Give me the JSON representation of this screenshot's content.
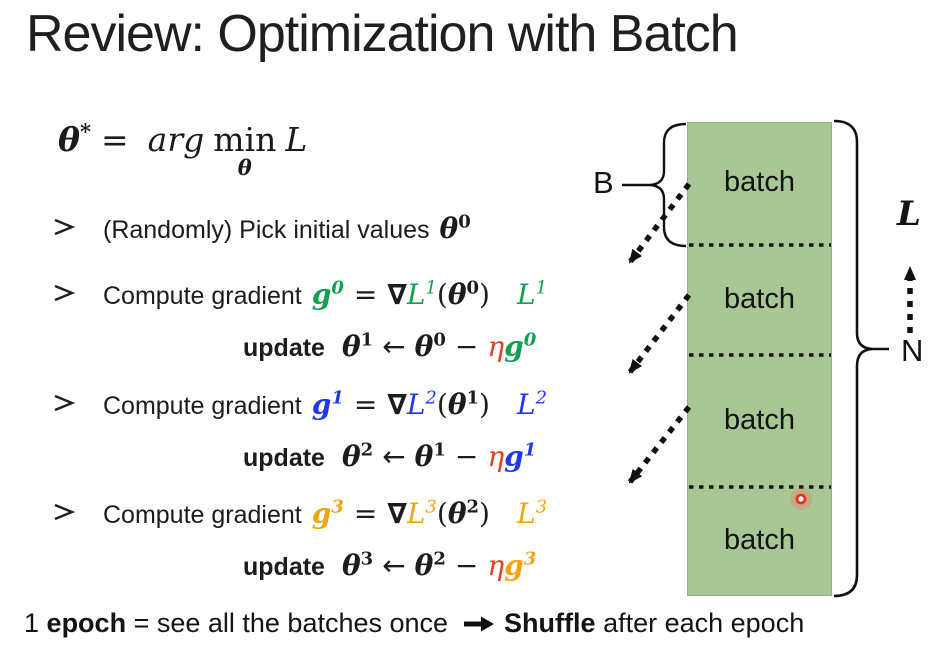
{
  "title": "Review: Optimization with Batch",
  "colors": {
    "green": "#0ca24f",
    "blue": "#2038e8",
    "orange": "#f5a40e",
    "red": "#e8401f",
    "box_fill": "#a9c795",
    "laser_red": "#f0281c"
  },
  "formula": {
    "theta": "θ",
    "star": "*",
    "eq": "=",
    "arg": "arg",
    "min": "min",
    "min_sub": "θ",
    "loss": "L"
  },
  "bullet1": {
    "text": "(Randomly) Pick initial values",
    "theta": "θ",
    "sup": "0"
  },
  "bullet2": {
    "text": "Compute gradient",
    "g": "g",
    "g_sup": "0",
    "eq": "=",
    "nabla": "∇",
    "L": "L",
    "L_sup": "1",
    "open": "(",
    "theta": "θ",
    "theta_sup": "0",
    "close": ")",
    "tail_L": "L",
    "tail_sup": "1"
  },
  "update1": {
    "label": "update",
    "t_new": "θ",
    "new_sup": "1",
    "arrow": "←",
    "t_old": "θ",
    "old_sup": "0",
    "minus": "−",
    "eta": "η",
    "g": "g",
    "g_sup": "0"
  },
  "bullet3": {
    "text": "Compute gradient",
    "g": "g",
    "g_sup": "1",
    "eq": "=",
    "nabla": "∇",
    "L": "L",
    "L_sup": "2",
    "open": "(",
    "theta": "θ",
    "theta_sup": "1",
    "close": ")",
    "tail_L": "L",
    "tail_sup": "2"
  },
  "update2": {
    "label": "update",
    "t_new": "θ",
    "new_sup": "2",
    "arrow": "←",
    "t_old": "θ",
    "old_sup": "1",
    "minus": "−",
    "eta": "η",
    "g": "g",
    "g_sup": "1"
  },
  "bullet4": {
    "text": "Compute gradient",
    "g": "g",
    "g_sup": "3",
    "eq": "=",
    "nabla": "∇",
    "L": "L",
    "L_sup": "3",
    "open": "(",
    "theta": "θ",
    "theta_sup": "2",
    "close": ")",
    "tail_L": "L",
    "tail_sup": "3"
  },
  "update3": {
    "label": "update",
    "t_new": "θ",
    "new_sup": "3",
    "arrow": "←",
    "t_old": "θ",
    "old_sup": "2",
    "minus": "−",
    "eta": "η",
    "g": "g",
    "g_sup": "3"
  },
  "footer": {
    "one": "1",
    "epoch": "epoch",
    "mid": "= see all the batches once",
    "shuffle": "Shuffle",
    "tail": "after each epoch"
  },
  "diagram": {
    "b_label": "B",
    "l_label": "L",
    "n_label": "N",
    "batches": [
      "batch",
      "batch",
      "batch",
      "batch"
    ]
  }
}
